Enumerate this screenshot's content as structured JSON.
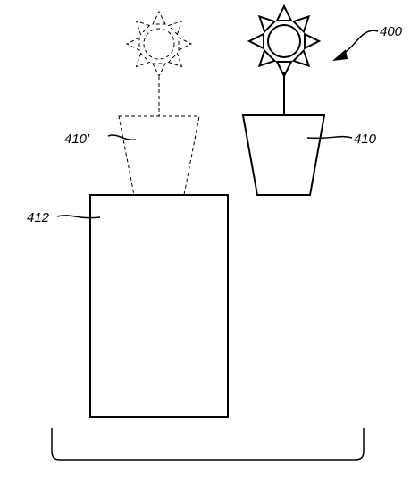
{
  "figure": {
    "labels": {
      "figure_ref": "400",
      "plant_ref": "410",
      "plant_ghost_ref": "410'",
      "block_ref": "412"
    },
    "colors": {
      "ink": "#000000",
      "background": "#ffffff"
    }
  }
}
